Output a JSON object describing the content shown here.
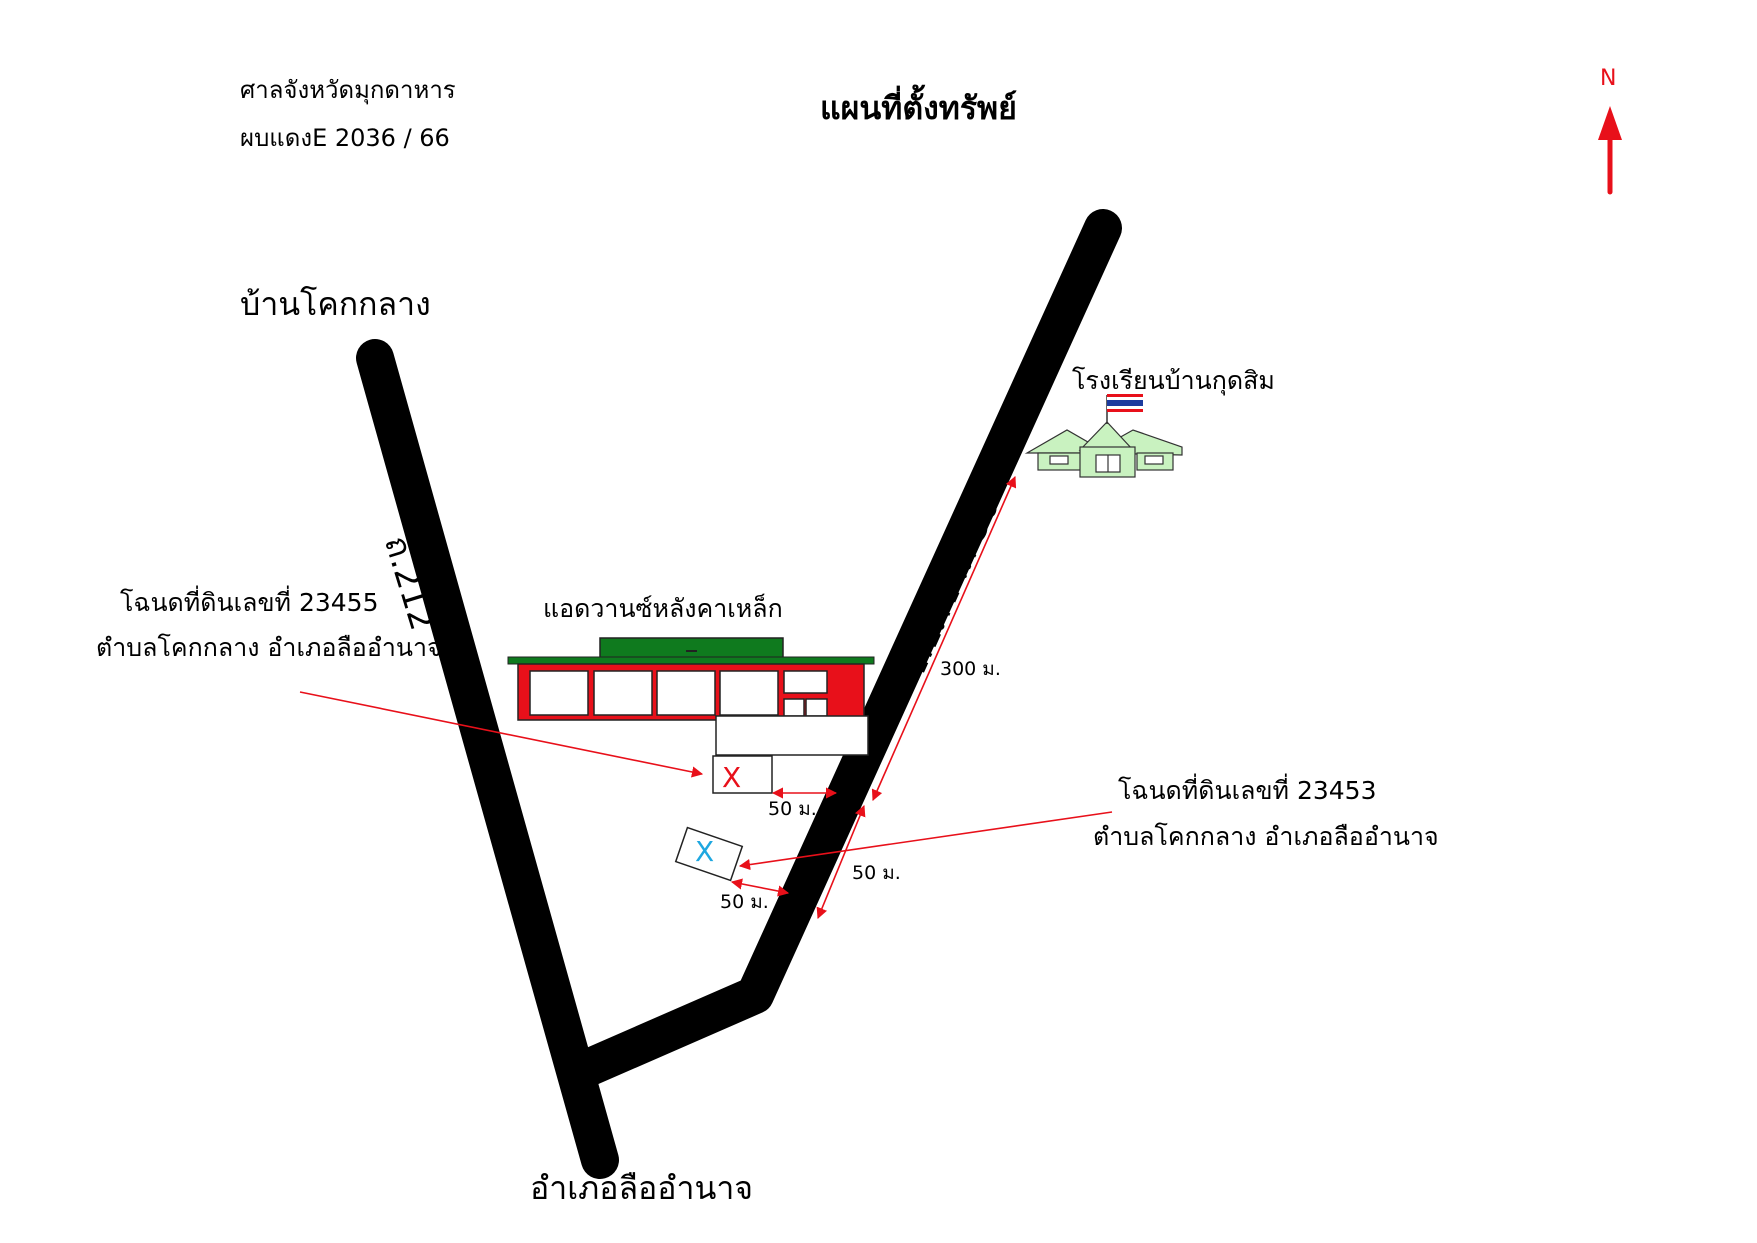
{
  "header": {
    "court_name": "ศาลจังหวัดมุกดาหาร",
    "case_number": "ผบแดงE 2036 / 66",
    "title": "แผนที่ตั้งทรัพย์",
    "north_label": "N"
  },
  "places": {
    "village": "บ้านโคกกลาง",
    "district": "อำเภอลืออำนาจ",
    "school": "โรงเรียนบ้านกุดสิม",
    "store": "แอดวานซ์หลังคาเหล็ก"
  },
  "roads": {
    "road_left": "ถ.212",
    "road_right": "ซ.อภิชาต 36"
  },
  "parcels": {
    "parcel_a": {
      "deed": "โฉนดที่ดินเลขที่  23455",
      "location": "ตำบลโคกกลาง  อำเภอลืออำนาจ",
      "marker": "X"
    },
    "parcel_b": {
      "deed": "โฉนดที่ดินเลขที่  23453",
      "location": "ตำบลโคกกลาง  อำเภอลืออำนาจ",
      "marker": "X"
    }
  },
  "distances": {
    "to_school": "300 ม.",
    "parcel_a_to_road": "50 ม.",
    "between_parcels_road": "50 ม.",
    "parcel_b_to_road": "50 ม."
  },
  "colors": {
    "road": "#000000",
    "annotation": "#e8101a",
    "store_red": "#e8101a",
    "store_roof": "#0f7a1e",
    "school_fill": "#c9f2c0",
    "marker_a": "#e8101a",
    "marker_b": "#1ea7e0"
  }
}
